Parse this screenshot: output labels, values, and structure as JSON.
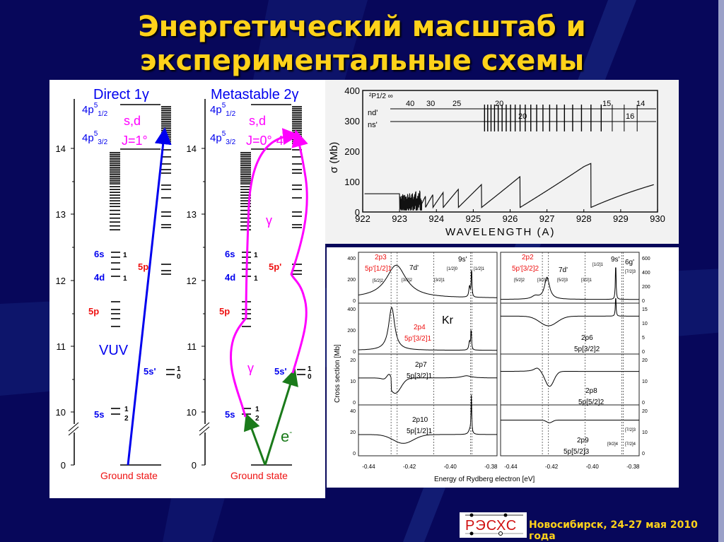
{
  "slide": {
    "title_line1": "Энергетический масштаб и",
    "title_line2": "экспериментальные схемы",
    "footer": "Новосибирск, 24-27 мая 2010 года",
    "logo_text": "РЭСХС"
  },
  "colors": {
    "background": "#07075a",
    "title": "#ffd21a",
    "direct": "#0000ee",
    "metastable": "#ff00ff",
    "electron": "#1a7a1a",
    "red_labels": "#ee1111"
  },
  "level_diagram": {
    "axis_ticks": [
      "14",
      "13",
      "12",
      "11",
      "10",
      "0"
    ],
    "panels": [
      {
        "title": "Direct 1γ",
        "limit_upper": "4p",
        "limit_upper_sub": "1/2",
        "limit_upper_sup": "5",
        "limit_lower": "4p",
        "limit_lower_sub": "3/2",
        "limit_lower_sup": "5",
        "series": "s,d",
        "j_label": "J=1°",
        "arrow_label": "VUV",
        "ground": "Ground state"
      },
      {
        "title": "Metastable 2γ",
        "limit_upper": "4p",
        "limit_upper_sub": "1/2",
        "limit_upper_sup": "5",
        "limit_lower": "4p",
        "limit_lower_sub": "3/2",
        "limit_lower_sup": "5",
        "series": "s,d",
        "j_label": "J=0°-4°",
        "gamma": "γ",
        "electron": "e",
        "electron_sup": "-",
        "ground": "Ground state"
      }
    ],
    "levels": {
      "6s": "6s",
      "4d": "4d",
      "5p_prime": "5p'",
      "5p": "5p",
      "5s_prime": "5s'",
      "5s": "5s",
      "j_6s": "1",
      "j_4d": "1",
      "j_5s_prime_a": "1",
      "j_5s_prime_b": "0",
      "j_5s_a": "1",
      "j_5s_b": "2"
    }
  },
  "top_plot": {
    "ylabel": "σ (Mb)",
    "xlabel": "WAVELENGTH (A)",
    "x_ticks": [
      "922",
      "923",
      "924",
      "925",
      "926",
      "927",
      "928",
      "929",
      "930"
    ],
    "y_ticks": [
      "0",
      "100",
      "200",
      "300",
      "400"
    ],
    "series_labels": {
      "nd": "nd'",
      "ns": "ns'",
      "limit": "²P1/2 ∞"
    },
    "n_labels": [
      "40",
      "30",
      "25",
      "20",
      "15",
      "14",
      "20",
      "16"
    ]
  },
  "bottom_plot": {
    "ylabel": "Cross section [Mb]",
    "xlabel": "Energy of Rydberg electron [eV]",
    "x_ticks": [
      "-0.44",
      "-0.42",
      "-0.40",
      "-0.38"
    ],
    "element": "Kr",
    "left_panels": [
      {
        "state": "2p3",
        "config": "5p'[1/2]1",
        "red": true,
        "y_ticks": [
          "0",
          "200",
          "400"
        ]
      },
      {
        "state": "2p4",
        "config": "5p'[3/2]1",
        "red": true,
        "y_ticks": [
          "0",
          "200",
          "400"
        ]
      },
      {
        "state": "2p7",
        "config": "5p[3/2]1",
        "red": false,
        "y_ticks": [
          "0",
          "10",
          "20"
        ]
      },
      {
        "state": "2p10",
        "config": "5p[1/2]1",
        "red": false,
        "y_ticks": [
          "0",
          "20",
          "40"
        ]
      }
    ],
    "right_panels": [
      {
        "state": "2p2",
        "config": "5p'[3/2]2",
        "red": true,
        "y_ticks": [
          "0",
          "200",
          "400",
          "600"
        ]
      },
      {
        "state": "2p6",
        "config": "5p[3/2]2",
        "red": false,
        "y_ticks": [
          "0",
          "5",
          "10",
          "15"
        ]
      },
      {
        "state": "2p8",
        "config": "5p[5/2]2",
        "red": false,
        "y_ticks": [
          "0",
          "10",
          "20"
        ]
      },
      {
        "state": "2p9",
        "config": "5p[5/2]3",
        "red": false,
        "y_ticks": [
          "0",
          "10",
          "20"
        ]
      }
    ],
    "annotations_left": [
      "[5/2]2",
      "7d'",
      "[3/2]2",
      "[3/2]1",
      "[1/2]0",
      "9s'",
      "[1/2]1"
    ],
    "annotations_right": [
      "[5/2]2",
      "[3/2]2",
      "7d'",
      "[5/2]3",
      "[3/2]1",
      "[1/2]1",
      "9s'",
      "6g'",
      "[7/2]3",
      "[7/2]3",
      "[9/2]4",
      "[7/2]4"
    ]
  }
}
